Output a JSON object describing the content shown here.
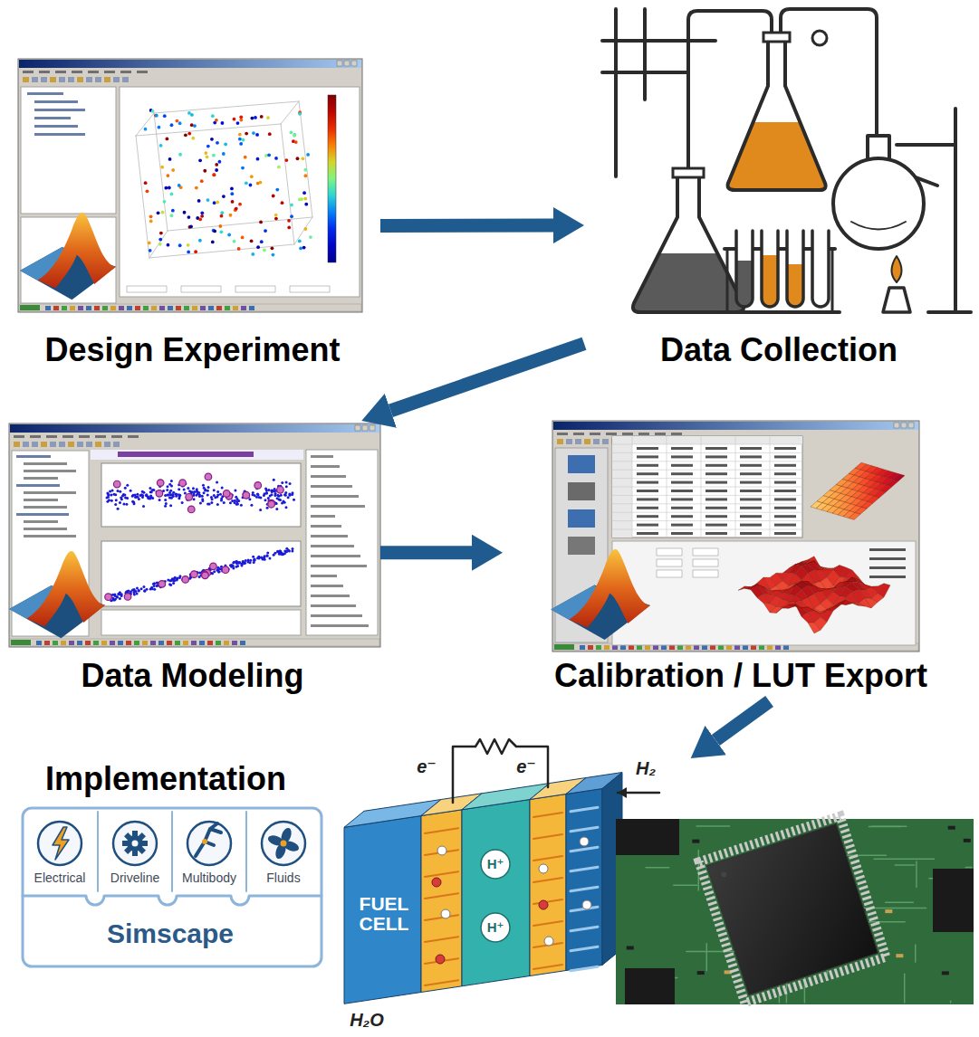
{
  "diagram": {
    "nodes": [
      {
        "text": [
          "Design Experiment"
        ]
      },
      {
        "text": [
          "Data Collection"
        ]
      },
      {
        "text": [
          "Data Modeling"
        ]
      },
      {
        "text": [
          "Calibration / LUT Export"
        ]
      },
      {
        "text": [
          "Implementation"
        ]
      }
    ],
    "edges": [
      {
        "from": 0,
        "to": 1,
        "arrow": "to"
      },
      {
        "from": 1,
        "to": 2,
        "arrow": "to"
      },
      {
        "from": 2,
        "to": 3,
        "arrow": "to"
      },
      {
        "from": 3,
        "to": 4,
        "arrow": "to"
      }
    ],
    "labels": [
      "Electrical",
      "Driveline",
      "Multibody",
      "Fluids",
      "Simscape",
      "FUEL CELL",
      "H₂",
      "e⁻",
      "e⁻",
      "H⁺",
      "H⁺",
      "H₂O"
    ]
  }
}
